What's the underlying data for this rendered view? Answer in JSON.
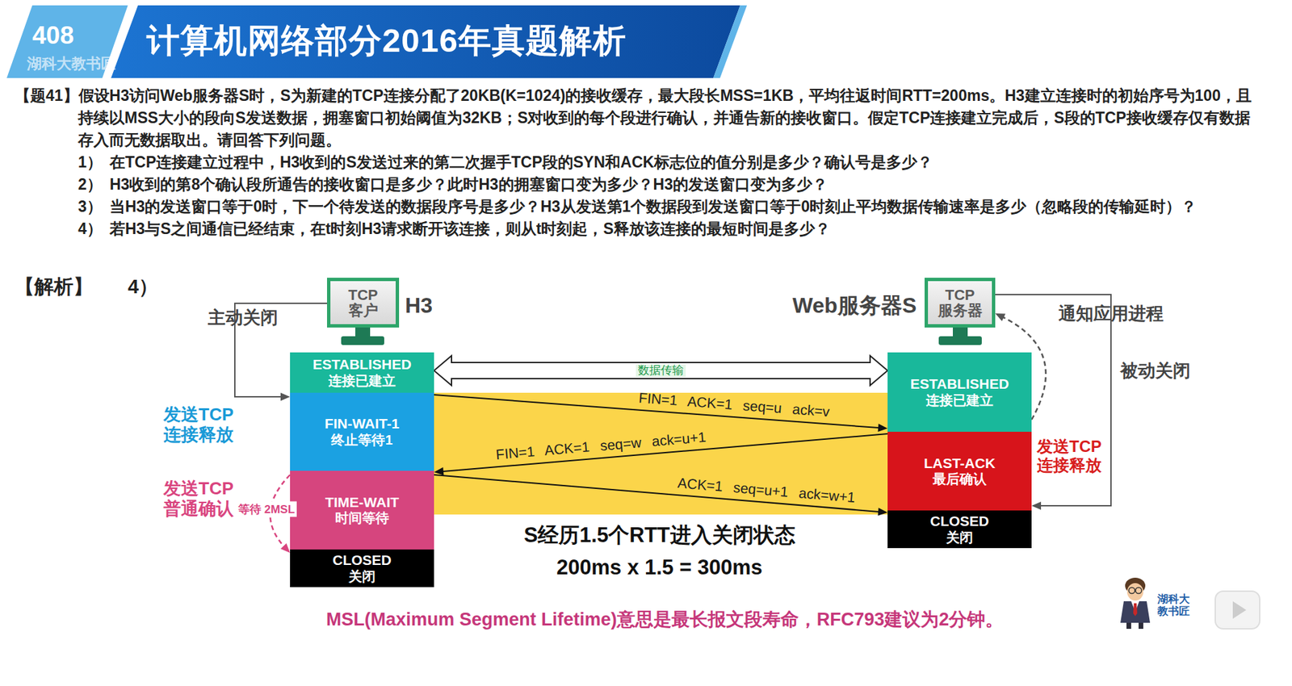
{
  "diagram": {
    "title": "计算机网络部分2016年真题解析",
    "nodes": [
      {
        "text": [
          "TCP 客户"
        ]
      },
      {
        "text": [
          "TCP 服务器"
        ]
      },
      {
        "text": [
          "ESTABLISHED",
          "连接已建立"
        ]
      },
      {
        "text": [
          "FIN-WAIT-1",
          "终止等待1"
        ]
      },
      {
        "text": [
          "TIME-WAIT",
          "时间等待"
        ]
      },
      {
        "text": [
          "CLOSED",
          "关闭"
        ]
      },
      {
        "text": [
          "ESTABLISHED",
          "连接已建立"
        ]
      },
      {
        "text": [
          "LAST-ACK",
          "最后确认"
        ]
      },
      {
        "text": [
          "CLOSED",
          "关闭"
        ]
      }
    ],
    "edges": [
      {
        "from": 2,
        "to": 6,
        "label": "数据传输",
        "arrow": "both"
      },
      {
        "from": 3,
        "to": 6,
        "label": "FIN=1 ACK=1 seq=u ack=v",
        "arrow": "to"
      },
      {
        "from": 7,
        "to": 4,
        "label": "FIN=1 ACK=1 seq=w ack=u+1",
        "arrow": "to"
      },
      {
        "from": 4,
        "to": 8,
        "label": "ACK=1 seq=u+1 ack=w+1",
        "arrow": "to"
      },
      {
        "from": 0,
        "to": 3,
        "label": "主动关闭",
        "arrow": "to"
      },
      {
        "from": 4,
        "to": 5,
        "label": "等待 2MSL",
        "arrow": "to"
      },
      {
        "from": 6,
        "to": 1,
        "label": "通知应用进程",
        "arrow": "to"
      },
      {
        "from": 1,
        "to": 7,
        "label": "被动关闭",
        "arrow": "to"
      }
    ],
    "labels": [
      "408",
      "湖科大教书匠",
      "【题41】假设H3访问Web服务器S时，S为新建的TCP连接分配了20KB(K=1024)的接收缓存，最大段长MSS=1KB，平均往返时间RTT=200ms。H3建立连接时的初始序号为100，且持续以MSS大小的段向S发送数据，拥塞窗口初始阈值为32KB；S对收到的每个段进行确认，并通告新的接收窗口。假定TCP连接建立完成后，S段的TCP接收缓存仅有数据存入而无数据取出。请回答下列问题。",
      "1）",
      "在TCP连接建立过程中，H3收到的S发送过来的第二次握手TCP段的SYN和ACK标志位的值分别是多少？确认号是多少？",
      "2）",
      "H3收到的第8个确认段所通告的接收窗口是多少？此时H3的拥塞窗口变为多少？H3的发送窗口变为多少？",
      "3）",
      "当H3的发送窗口等于0时，下一个待发送的数据段序号是多少？H3从发送第1个数据段到发送窗口等于0时刻止平均数据传输速率是多少（忽略段的传输延时）？",
      "4）",
      "若H3与S之间通信已经结束，在t时刻H3请求断开该连接，则从t时刻起，S释放该连接的最短时间是多少？",
      "【解析】",
      "4）",
      "H3",
      "Web服务器S",
      "发送TCP 连接释放",
      "发送TCP 普通确认",
      "发送TCP 连接释放",
      "S经历1.5个RTT进入关闭状态",
      "200ms x 1.5 = 300ms",
      "MSL(Maximum Segment Lifetime)意思是最长报文段寿命，RFC793建议为2分钟。",
      "湖科大 教书匠"
    ]
  }
}
